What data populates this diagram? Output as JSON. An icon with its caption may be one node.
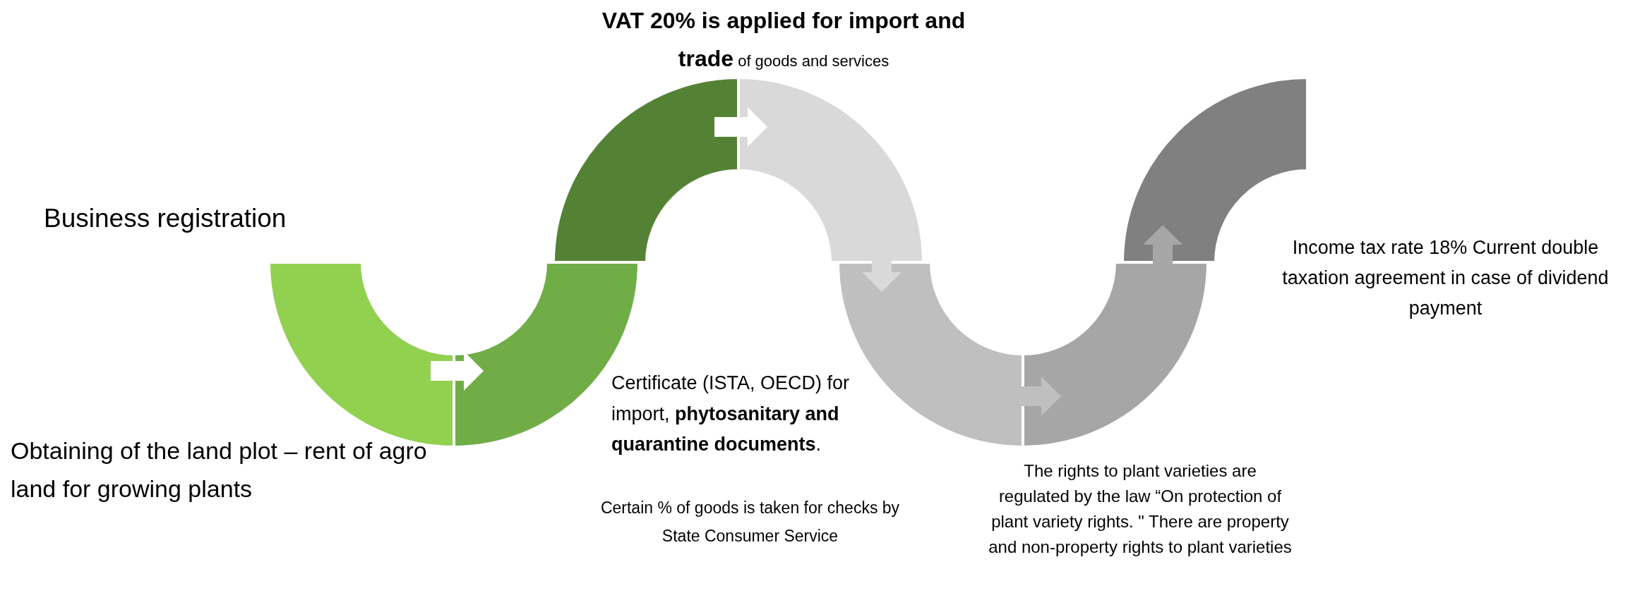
{
  "diagram": {
    "nodes": [
      {
        "text": [],
        "shape": "arc"
      },
      {
        "text": [],
        "shape": "arc"
      },
      {
        "text": [],
        "shape": "arc"
      },
      {
        "text": [],
        "shape": "arc"
      },
      {
        "text": [],
        "shape": "arc"
      },
      {
        "text": [],
        "shape": "arc"
      },
      {
        "text": [],
        "shape": "arc"
      }
    ],
    "edges": [
      {
        "from": 0,
        "to": 1,
        "arrow": "to"
      },
      {
        "from": 2,
        "to": 3,
        "arrow": "to"
      },
      {
        "from": 3,
        "to": 4,
        "arrow": "to",
        "color": "#d9d9d9"
      },
      {
        "from": 4,
        "to": 5,
        "arrow": "to",
        "color": "#bfbfbf"
      },
      {
        "from": 5,
        "to": 6,
        "arrow": "to",
        "color": "#a6a6a6"
      }
    ],
    "labels": [
      "Business registration",
      "Obtaining of the land plot – rent of agro land for growing plants",
      "**VAT 20% is applied for import and trade** of goods and services",
      "Certificate (ISTA, OECD) for import, **phytosanitary and quarantine documents**.",
      "Certain % of goods is taken for checks by State Consumer Service",
      "The rights to plant varieties are regulated by the law “On protection of plant variety rights. \" There are property and non-property rights to plant varieties",
      "Income tax rate 18% Current double taxation agreement in case of dividend payment"
    ]
  }
}
